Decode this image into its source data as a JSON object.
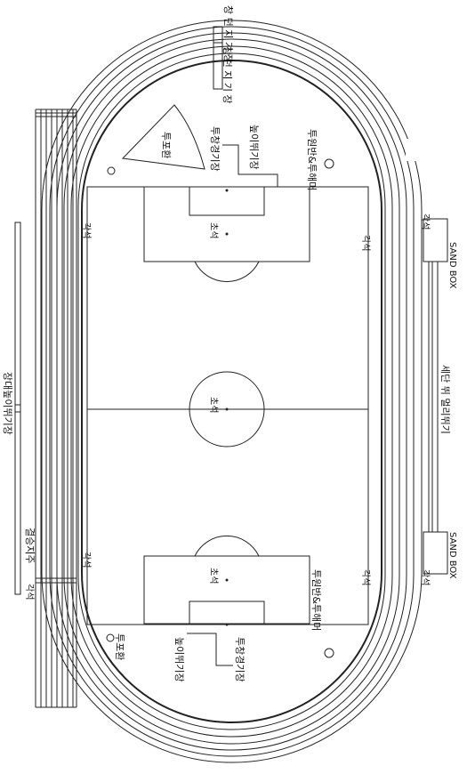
{
  "labels": {
    "javelin_top": "창 던 지 기 장",
    "javelin_top_dup": "창 던 지 기 장",
    "discus_top": "투포환",
    "shotput_top": "투창경기장",
    "high_jump_top": "높이뛰기장",
    "hammer_top": "투원반&투해머",
    "corner_top_left": "각석",
    "corner_top_right": "각석",
    "corner_top_inner_right": "각석",
    "center_top_box": "초석",
    "center_circle": "초석",
    "center_bottom_box": "초석",
    "pole_vault_left": "장대높이뛰기장",
    "finish_post": "결승지주",
    "corner_bottom_left_outer": "각석",
    "corner_bottom_left_inner": "각석",
    "corner_bottom_right_inner": "각석",
    "corner_bottom_right_outer": "각석",
    "discus_bottom": "투포환",
    "high_jump_bottom": "높이뛰기장",
    "javelin_bottom": "투창경기장",
    "hammer_bottom": "투원반&투해머",
    "sand_box_top": "SAND BOX",
    "sand_box_bottom": "SAND BOX",
    "long_jump_right": "세단 뛰 멀리뛰기"
  }
}
